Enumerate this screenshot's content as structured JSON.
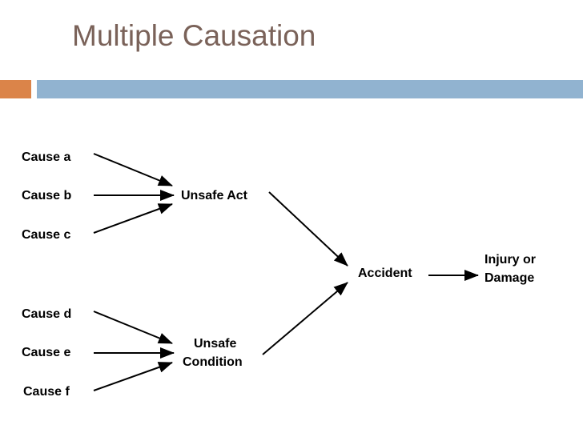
{
  "slide": {
    "title": "Multiple Causation",
    "background_color": "#ffffff",
    "title_color": "#7a6259",
    "accent_orange": "#db8449",
    "accent_blue": "#91b3d0"
  },
  "diagram": {
    "type": "flow",
    "line_color": "#000000",
    "nodes": {
      "cause_a": "Cause a",
      "cause_b": "Cause b",
      "cause_c": "Cause c",
      "cause_d": "Cause d",
      "cause_e": "Cause e",
      "cause_f": "Cause f",
      "unsafe_act": "Unsafe Act",
      "unsafe_condition_line1": "Unsafe",
      "unsafe_condition_line2": "Condition",
      "accident": "Accident",
      "injury_damage_line1": "Injury or",
      "injury_damage_line2": "Damage"
    },
    "edges": [
      {
        "from": "Cause a",
        "to": "Unsafe Act"
      },
      {
        "from": "Cause b",
        "to": "Unsafe Act"
      },
      {
        "from": "Cause c",
        "to": "Unsafe Act"
      },
      {
        "from": "Cause d",
        "to": "Unsafe Condition"
      },
      {
        "from": "Cause e",
        "to": "Unsafe Condition"
      },
      {
        "from": "Cause f",
        "to": "Unsafe Condition"
      },
      {
        "from": "Unsafe Act",
        "to": "Accident"
      },
      {
        "from": "Unsafe Condition",
        "to": "Accident"
      },
      {
        "from": "Accident",
        "to": "Injury or Damage"
      }
    ]
  }
}
